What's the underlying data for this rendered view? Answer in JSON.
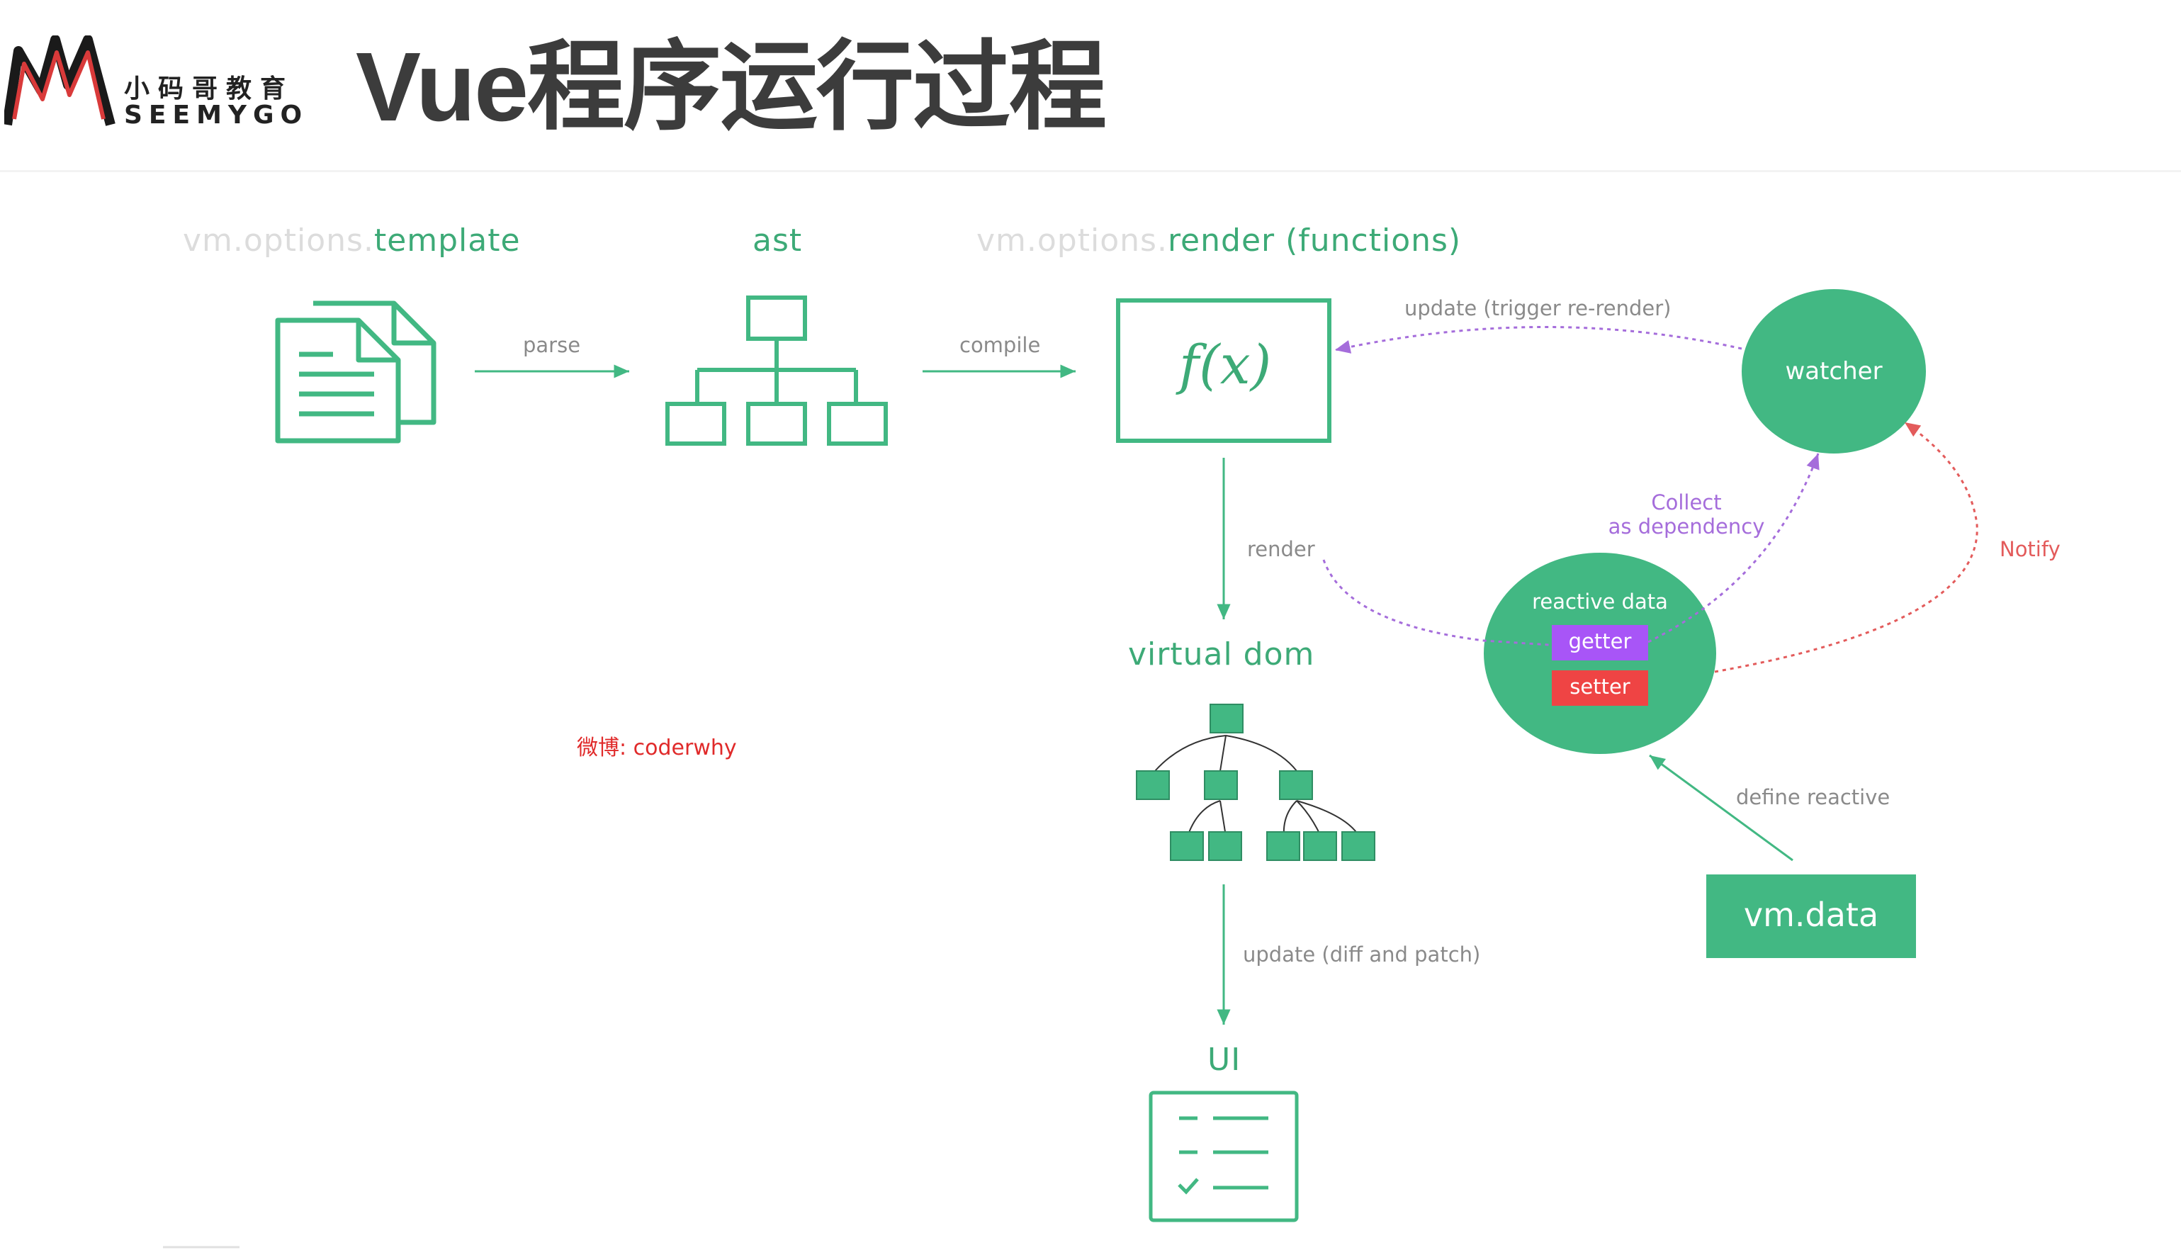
{
  "header": {
    "title": "Vue程序运行过程",
    "logo_cn": "小码哥教育",
    "logo_en": "SEEMYGO"
  },
  "diagram": {
    "template_prefix": "vm.options.",
    "template_label": "template",
    "ast_label": "ast",
    "render_prefix": "vm.options.",
    "render_label": "render (functions)",
    "parse_label": "parse",
    "compile_label": "compile",
    "fx_label": "f(x)",
    "update_trigger_label": "update (trigger re-render)",
    "watcher_label": "watcher",
    "collect_label_1": "Collect",
    "collect_label_2": "as dependency",
    "notify_label": "Notify",
    "render_label_arrow": "render",
    "reactive_data_label": "reactive data",
    "getter_label": "getter",
    "setter_label": "setter",
    "virtual_dom_label": "virtual dom",
    "define_reactive_label": "define reactive",
    "vm_data_label": "vm.data",
    "update_diff_label": "update (diff and patch)",
    "ui_label": "UI",
    "watermark": "微博: coderwhy"
  },
  "colors": {
    "vue_green": "#42b883",
    "label_green": "#3daa77",
    "purple": "#a56ddb",
    "red": "#e35b5b",
    "getter_purple": "#a855f7",
    "setter_red": "#ef4444"
  }
}
